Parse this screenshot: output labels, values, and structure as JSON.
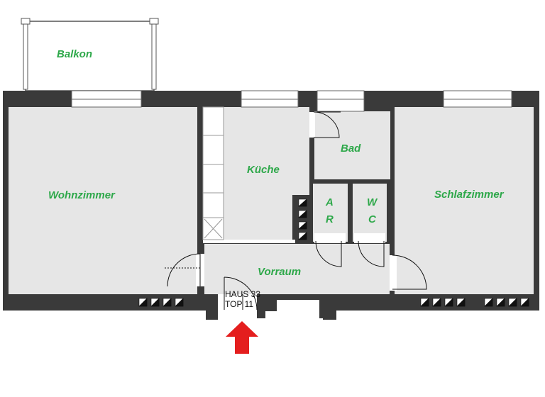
{
  "rooms": {
    "balkon": "Balkon",
    "wohnzimmer": "Wohnzimmer",
    "kueche": "Küche",
    "bad": "Bad",
    "ar_line1": "A",
    "ar_line2": "R",
    "wc_line1": "W",
    "wc_line2": "C",
    "schlafzimmer": "Schlafzimmer",
    "vorraum": "Vorraum"
  },
  "entrance": {
    "line1": "HAUS 33",
    "line2": "TOP 11"
  },
  "colors": {
    "label": "#2ea84a",
    "wall": "#3a3a3a",
    "floor": "#e6e6e6",
    "arrow": "#e41e1e"
  }
}
